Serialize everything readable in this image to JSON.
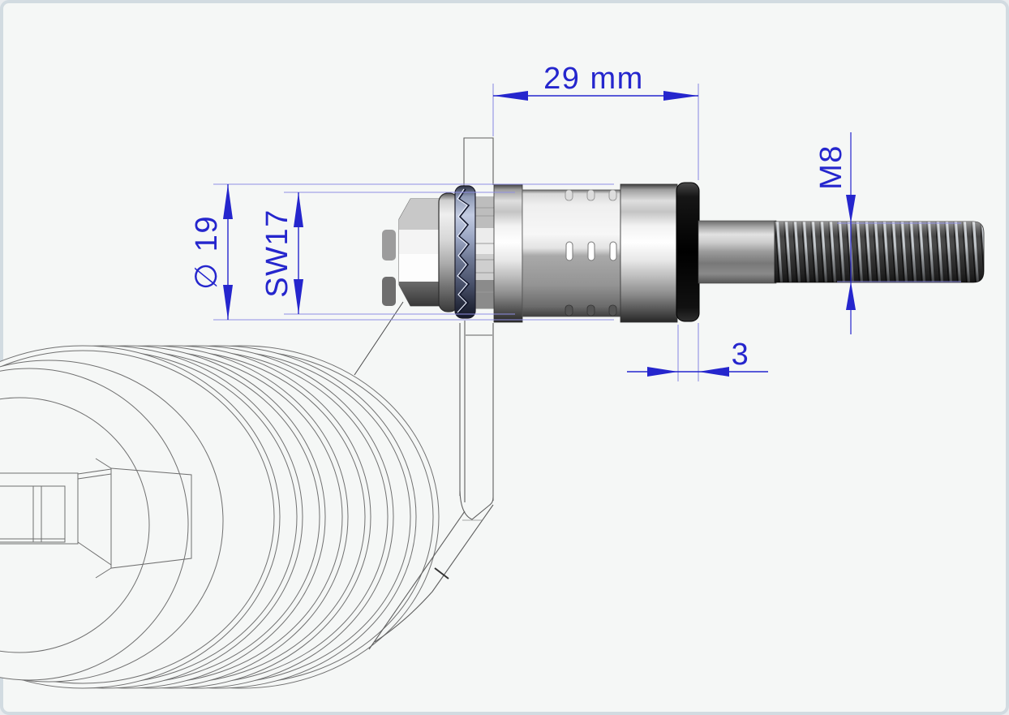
{
  "colors": {
    "canvas_background": "#f5f7f6",
    "frame": "#d2dbe1",
    "dimension_blue": "#2526cd",
    "extension_blue": "#8f8fe4",
    "wireframe_line": "#707070"
  },
  "dimensions": {
    "overall_length": {
      "label": "29 mm"
    },
    "washer_diameter": {
      "label": "∅ 19"
    },
    "wrench_flats": {
      "label": "SW17"
    },
    "thread_size": {
      "label": "M8"
    },
    "ring_thickness": {
      "label": "3"
    }
  }
}
